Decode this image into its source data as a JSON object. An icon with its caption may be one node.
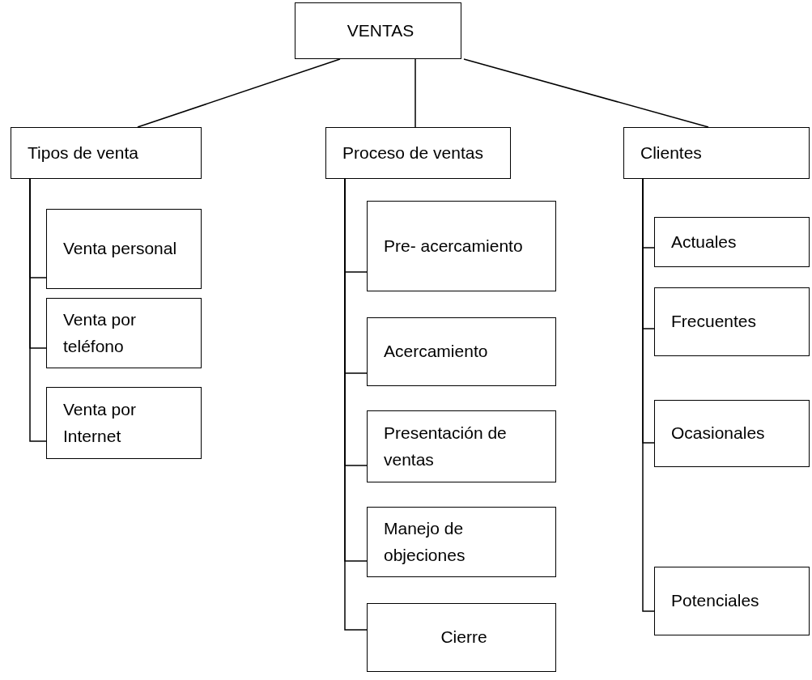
{
  "diagram": {
    "nodes": [
      {
        "text": [
          "VENTAS"
        ]
      },
      {
        "text": [
          "Tipos de venta"
        ]
      },
      {
        "text": [
          "Proceso de ventas"
        ]
      },
      {
        "text": [
          "Clientes"
        ]
      },
      {
        "text": [
          "Venta personal"
        ]
      },
      {
        "text": [
          "Venta por teléfono"
        ]
      },
      {
        "text": [
          "Venta por Internet"
        ]
      },
      {
        "text": [
          "Pre- acercamiento"
        ]
      },
      {
        "text": [
          "Acercamiento"
        ]
      },
      {
        "text": [
          "Presentación de ventas"
        ]
      },
      {
        "text": [
          "Manejo de objeciones"
        ]
      },
      {
        "text": [
          "Cierre"
        ]
      },
      {
        "text": [
          "Actuales"
        ]
      },
      {
        "text": [
          "Frecuentes"
        ]
      },
      {
        "text": [
          "Ocasionales"
        ]
      },
      {
        "text": [
          "Potenciales"
        ]
      }
    ],
    "edges": [
      {
        "from": 0,
        "to": 1,
        "arrow": "none"
      },
      {
        "from": 0,
        "to": 2,
        "arrow": "none"
      },
      {
        "from": 0,
        "to": 3,
        "arrow": "none"
      },
      {
        "from": 1,
        "to": 4,
        "arrow": "none"
      },
      {
        "from": 1,
        "to": 5,
        "arrow": "none"
      },
      {
        "from": 1,
        "to": 6,
        "arrow": "none"
      },
      {
        "from": 2,
        "to": 7,
        "arrow": "none"
      },
      {
        "from": 2,
        "to": 8,
        "arrow": "none"
      },
      {
        "from": 2,
        "to": 9,
        "arrow": "none"
      },
      {
        "from": 2,
        "to": 10,
        "arrow": "none"
      },
      {
        "from": 2,
        "to": 11,
        "arrow": "none"
      },
      {
        "from": 3,
        "to": 12,
        "arrow": "none"
      },
      {
        "from": 3,
        "to": 13,
        "arrow": "none"
      },
      {
        "from": 3,
        "to": 14,
        "arrow": "none"
      },
      {
        "from": 3,
        "to": 15,
        "arrow": "none"
      }
    ]
  }
}
